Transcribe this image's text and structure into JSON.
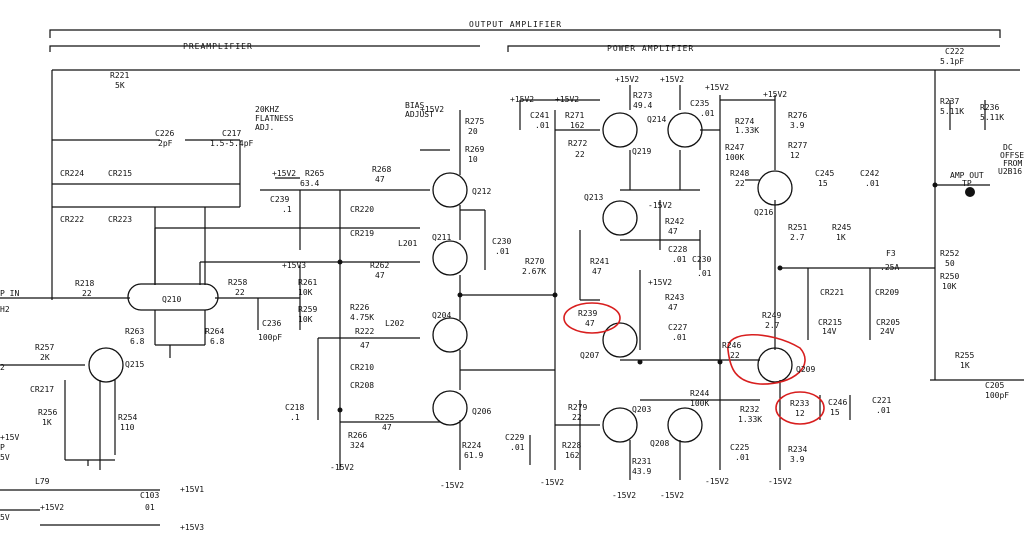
{
  "sections": {
    "output_amplifier": "OUTPUT AMPLIFIER",
    "preamplifier": "PREAMPLIFIER",
    "power_amplifier": "POWER AMPLIFIER"
  },
  "annotations": {
    "flatness_1": "20KHZ",
    "flatness_2": "FLATNESS",
    "flatness_3": "ADJ.",
    "bias_1": "BIAS",
    "bias_2": "ADJUST",
    "amp_out_1": "AMP OUT",
    "amp_out_2": "TP",
    "dc_1": "DC",
    "dc_2": "OFFSE",
    "dc_3": "FROM",
    "dc_4": "U2B16",
    "inp_1": "P IN",
    "inp_2": "H2",
    "lbl_2": "2",
    "lbl_p": "P",
    "lbl_5v": "5V",
    "lbl_l79": "L79",
    "lbl_5v2": "5V"
  },
  "rails": {
    "p15v2": "+15V2",
    "m15v2": "-15V2",
    "p15v3": "+15V3",
    "p15v1": "+15V1",
    "p15v": "+15V"
  },
  "components": {
    "R221": {
      "ref": "R221",
      "val": "5K"
    },
    "C226": {
      "ref": "C226",
      "val": "2pF"
    },
    "C217": {
      "ref": "C217",
      "val": "1.5-5.4pF"
    },
    "CR224": {
      "ref": "CR224"
    },
    "CR215": {
      "ref": "CR215"
    },
    "CR222": {
      "ref": "CR222"
    },
    "CR223": {
      "ref": "CR223"
    },
    "R218": {
      "ref": "R218",
      "val": "22"
    },
    "Q210": {
      "ref": "Q210"
    },
    "R263": {
      "ref": "R263",
      "val": "6.8"
    },
    "R264": {
      "ref": "R264",
      "val": "6.8"
    },
    "R257": {
      "ref": "R257",
      "val": "2K"
    },
    "Q215": {
      "ref": "Q215"
    },
    "CR217": {
      "ref": "CR217"
    },
    "R256": {
      "ref": "R256",
      "val": "1K"
    },
    "R254": {
      "ref": "R254",
      "val": "110"
    },
    "R258": {
      "ref": "R258",
      "val": "22"
    },
    "C236": {
      "ref": "C236",
      "val": "100pF"
    },
    "C239": {
      "ref": "C239",
      "val": ".1"
    },
    "R265": {
      "ref": "R265",
      "val": "63.4"
    },
    "R268": {
      "ref": "R268",
      "val": "47"
    },
    "CR220": {
      "ref": "CR220"
    },
    "CR219": {
      "ref": "CR219"
    },
    "R262": {
      "ref": "R262",
      "val": "47"
    },
    "R261": {
      "ref": "R261",
      "val": "10K"
    },
    "R259": {
      "ref": "R259",
      "val": "10K"
    },
    "L201": {
      "ref": "L201"
    },
    "L202": {
      "ref": "L202"
    },
    "R226": {
      "ref": "R226",
      "val": "4.75K"
    },
    "R222": {
      "ref": "R222",
      "val": "47"
    },
    "CR210": {
      "ref": "CR210"
    },
    "CR208": {
      "ref": "CR208"
    },
    "C218": {
      "ref": "C218",
      "val": ".1"
    },
    "R225": {
      "ref": "R225",
      "val": "47"
    },
    "R266": {
      "ref": "R266",
      "val": "324"
    },
    "R275": {
      "ref": "R275",
      "val": "20"
    },
    "R269": {
      "ref": "R269",
      "val": "10"
    },
    "Q212": {
      "ref": "Q212"
    },
    "Q211": {
      "ref": "Q211"
    },
    "Q204": {
      "ref": "Q204"
    },
    "Q206": {
      "ref": "Q206"
    },
    "R224": {
      "ref": "R224",
      "val": "61.9"
    },
    "C230a": {
      "ref": "C230",
      "val": ".01"
    },
    "C241": {
      "ref": "C241",
      "val": ".01"
    },
    "R271": {
      "ref": "R271",
      "val": "162"
    },
    "R272": {
      "ref": "R272",
      "val": "22"
    },
    "R273": {
      "ref": "R273",
      "val": "49.4"
    },
    "Q219": {
      "ref": "Q219"
    },
    "Q214": {
      "ref": "Q214"
    },
    "C235": {
      "ref": "C235",
      "val": ".01"
    },
    "Q213": {
      "ref": "Q213"
    },
    "R270": {
      "ref": "R270",
      "val": "2.67K"
    },
    "R241": {
      "ref": "R241",
      "val": "47"
    },
    "R242": {
      "ref": "R242",
      "val": "47"
    },
    "C228": {
      "ref": "C228",
      "val": ".01"
    },
    "C230b": {
      "ref": "C230",
      "val": ".01"
    },
    "R243": {
      "ref": "R243",
      "val": "47"
    },
    "C227": {
      "ref": "C227",
      "val": ".01"
    },
    "R239": {
      "ref": "R239",
      "val": "47"
    },
    "Q207": {
      "ref": "Q207"
    },
    "R274": {
      "ref": "R274",
      "val": "1.33K"
    },
    "R247": {
      "ref": "R247",
      "val": "100K"
    },
    "R248": {
      "ref": "R248",
      "val": "22"
    },
    "R276": {
      "ref": "R276",
      "val": "3.9"
    },
    "R277": {
      "ref": "R277",
      "val": "12"
    },
    "C245": {
      "ref": "C245",
      "val": "15"
    },
    "C242": {
      "ref": "C242",
      "val": ".01"
    },
    "Q216": {
      "ref": "Q216"
    },
    "R251": {
      "ref": "R251",
      "val": "2.7"
    },
    "R245": {
      "ref": "R245",
      "val": "1K"
    },
    "F3": {
      "ref": "F3",
      "val": ".25A"
    },
    "R252": {
      "ref": "R252",
      "val": "50"
    },
    "R250": {
      "ref": "R250",
      "val": "10K"
    },
    "CR221": {
      "ref": "CR221"
    },
    "CR209": {
      "ref": "CR209"
    },
    "CR215b": {
      "ref": "CR215",
      "val": "14V"
    },
    "CR205": {
      "ref": "CR205",
      "val": "24V"
    },
    "R249": {
      "ref": "R249",
      "val": "2.7"
    },
    "R246": {
      "ref": "R246",
      "val": "22"
    },
    "Q209": {
      "ref": "Q209"
    },
    "R233": {
      "ref": "R233",
      "val": "12"
    },
    "C246": {
      "ref": "C246",
      "val": "15"
    },
    "C221": {
      "ref": "C221",
      "val": ".01"
    },
    "R244": {
      "ref": "R244",
      "val": "100K"
    },
    "R232": {
      "ref": "R232",
      "val": "1.33K"
    },
    "C225": {
      "ref": "C225",
      "val": ".01"
    },
    "R234": {
      "ref": "R234",
      "val": "3.9"
    },
    "Q203": {
      "ref": "Q203"
    },
    "Q208": {
      "ref": "Q208"
    },
    "R279": {
      "ref": "R279",
      "val": "22"
    },
    "R228": {
      "ref": "R228",
      "val": "162"
    },
    "C229": {
      "ref": "C229",
      "val": ".01"
    },
    "R231": {
      "ref": "R231",
      "val": "43.9"
    },
    "C222": {
      "ref": "C222",
      "val": "5.1pF"
    },
    "R237": {
      "ref": "R237",
      "val": "5.11K"
    },
    "R236": {
      "ref": "R236",
      "val": "5.11K"
    },
    "R255": {
      "ref": "R255",
      "val": "1K"
    },
    "C205": {
      "ref": "C205",
      "val": "100pF"
    },
    "C103": {
      "ref": "C103",
      "val": "01"
    }
  },
  "colors": {
    "ink": "#111111",
    "paper": "#ffffff",
    "markup": "#d81e1e"
  }
}
